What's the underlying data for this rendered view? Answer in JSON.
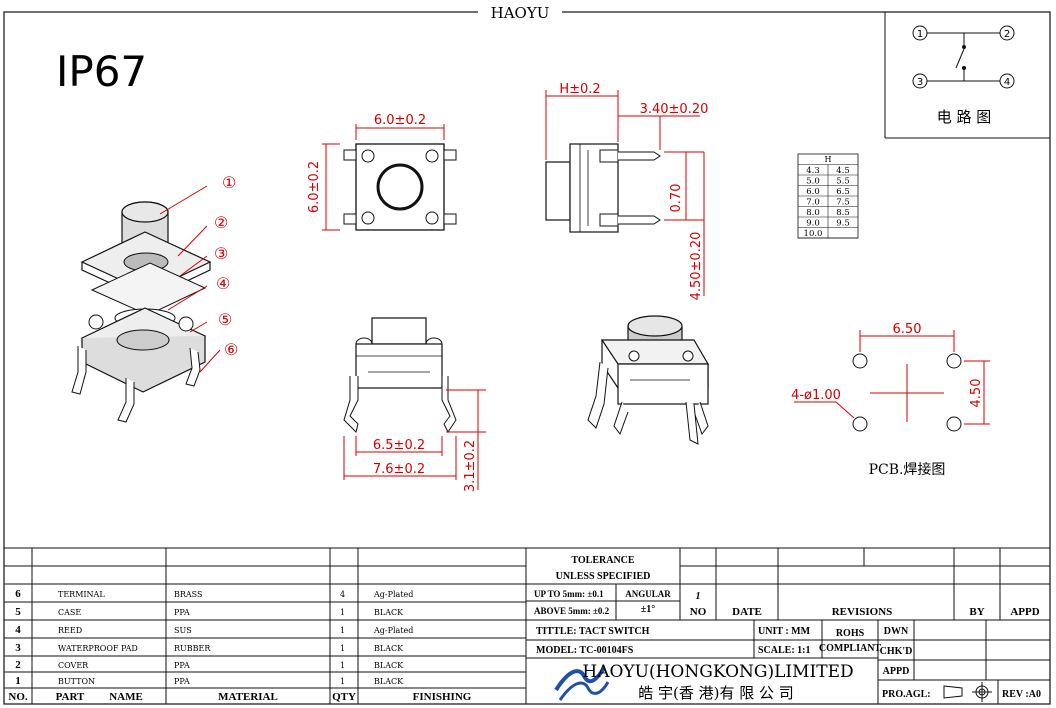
{
  "brand_header": "HAOYU",
  "rating_label": "IP67",
  "callouts": [
    "①",
    "②",
    "③",
    "④",
    "⑤",
    "⑥"
  ],
  "dimensions": {
    "top_width": "6.0±0.2",
    "top_height": "6.0±0.2",
    "side_h": "H±0.2",
    "side_pin": "3.40±0.20",
    "side_gap": "0.70",
    "side_total": "4.50±0.20",
    "front_pin_span": "6.5±0.2",
    "front_total": "7.6±0.2",
    "front_leg": "3.1±0.2",
    "pcb_width": "6.50",
    "pcb_height": "4.50",
    "pcb_hole": "4-ø1.00"
  },
  "h_table": {
    "header": "H",
    "rows": [
      [
        "4.3",
        "4.5"
      ],
      [
        "5.0",
        "5.5"
      ],
      [
        "6.0",
        "6.5"
      ],
      [
        "7.0",
        "7.5"
      ],
      [
        "8.0",
        "8.5"
      ],
      [
        "9.0",
        "9.5"
      ],
      [
        "10.0",
        ""
      ]
    ]
  },
  "circuit": {
    "pins": [
      "1",
      "2",
      "3",
      "4"
    ],
    "label": "电 路 图"
  },
  "pcb_label": "PCB.焊接图",
  "bom": {
    "rows": [
      {
        "no": "6",
        "part": "TERMINAL",
        "material": "BRASS",
        "qty": "4",
        "finishing": "Ag-Plated"
      },
      {
        "no": "5",
        "part": "CASE",
        "material": "PPA",
        "qty": "1",
        "finishing": "BLACK"
      },
      {
        "no": "4",
        "part": "REED",
        "material": "SUS",
        "qty": "1",
        "finishing": "Ag-Plated"
      },
      {
        "no": "3",
        "part": "WATERPROOF PAD",
        "material": "RUBBER",
        "qty": "1",
        "finishing": "BLACK"
      },
      {
        "no": "2",
        "part": "COVER",
        "material": "PPA",
        "qty": "1",
        "finishing": "BLACK"
      },
      {
        "no": "1",
        "part": "BUTTON",
        "material": "PPA",
        "qty": "1",
        "finishing": "BLACK"
      }
    ],
    "headers": {
      "no": "NO.",
      "part": "PART",
      "name": "NAME",
      "material": "MATERIAL",
      "qty": "QTY",
      "finishing": "FINISHING"
    }
  },
  "tolerance": {
    "title1": "TOLERANCE",
    "title2": "UNLESS   SPECIFIED",
    "up_to": "UP TO 5mm: ±0.1",
    "above": "ABOVE 5mm: ±0.2",
    "angular": "ANGULAR",
    "angular_val": "±1°",
    "rev_mark": "1"
  },
  "revisions": {
    "no": "NO",
    "date": "DATE",
    "revisions": "REVISIONS",
    "by": "BY",
    "appd": "APPD"
  },
  "title_block": {
    "title": "TITTLE:  TACT SWITCH",
    "model": "MODEL:  TC-00104FS",
    "unit": "UNIT : MM",
    "scale": "SCALE:  1:1",
    "rohs1": "ROHS",
    "rohs2": "COMPLIANT",
    "dwn": "DWN",
    "chkd": "CHK'D",
    "appd": "APPD",
    "company": "HAOYU(HONGKONG)LIMITED",
    "company_cn": "皓 宇(香 港)有 限 公 司",
    "proagl": "PRO.AGL:",
    "rev": "REV :A0"
  }
}
